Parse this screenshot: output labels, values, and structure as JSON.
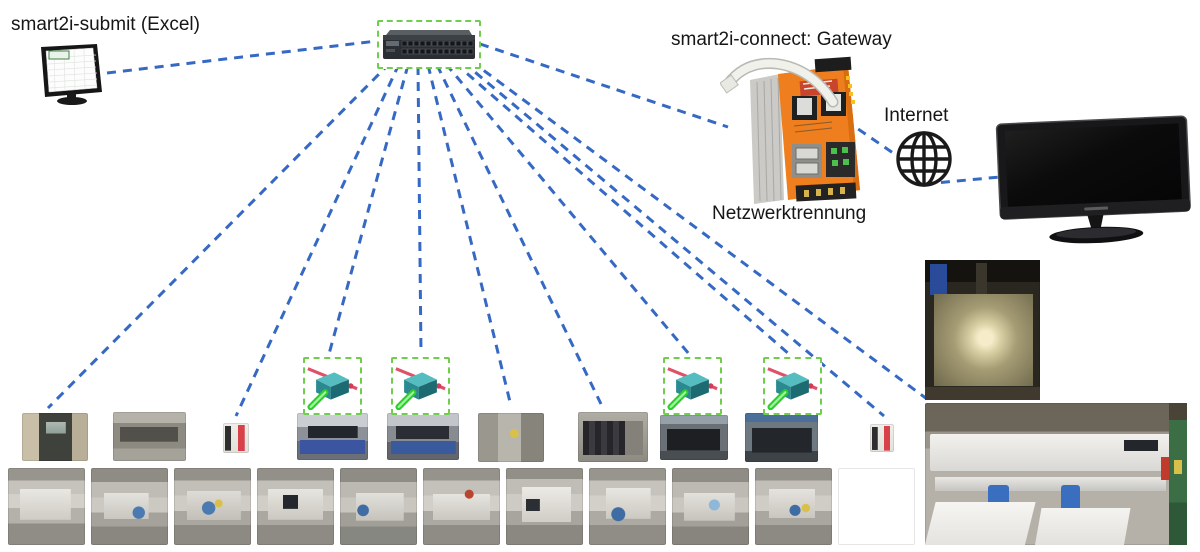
{
  "labels": {
    "submit_monitor": "smart2i-submit (Excel)",
    "gateway": "smart2i-connect: Gateway",
    "network_separation": "Netzwerktrennung",
    "internet": "Internet"
  },
  "colors": {
    "connection_line_blue": "#3569c4",
    "highlight_dashed_green": "#6fce4e",
    "gateway_orange": "#ee7e1e",
    "text": "#161616"
  },
  "nodes": {
    "submit_monitor": {
      "type": "desktop-monitor-with-spreadsheet",
      "label": "smart2i-submit (Excel)"
    },
    "network_switch": {
      "type": "24-port-ethernet-switch",
      "highlighted_green_dashed": true
    },
    "gateway": {
      "type": "orange-industrial-gateway",
      "label_above": "smart2i-connect: Gateway",
      "label_below": "Netzwerktrennung"
    },
    "internet": {
      "type": "globe-icon",
      "label": "Internet"
    },
    "output_monitor": {
      "type": "black-desktop-monitor"
    },
    "smart_connectors": {
      "count": 4,
      "type": "teal-connector-with-red-and-green-cables",
      "highlighted_green_dashed": true
    },
    "cabinet_photos": {
      "count": 10,
      "type": "control-cabinet-and-drive-photos"
    },
    "machine_photos": {
      "count": 11,
      "type": "workshop-machine-photos"
    },
    "laser_table_photo": {
      "type": "machine-table-with-light"
    },
    "large_machine_photo": {
      "type": "large-industrial-machine"
    }
  },
  "connections": [
    {
      "from": "submit_monitor",
      "to": "network_switch"
    },
    {
      "from": "network_switch",
      "to": "gateway"
    },
    {
      "from": "gateway",
      "to": "internet"
    },
    {
      "from": "internet",
      "to": "output_monitor"
    },
    {
      "from": "network_switch",
      "to": "cabinet_photo_1"
    },
    {
      "from": "network_switch",
      "to": "cabinet_photo_3"
    },
    {
      "from": "network_switch",
      "to": "smart_connector_1"
    },
    {
      "from": "network_switch",
      "to": "smart_connector_2"
    },
    {
      "from": "network_switch",
      "to": "cabinet_photo_6"
    },
    {
      "from": "network_switch",
      "to": "cabinet_photo_7"
    },
    {
      "from": "network_switch",
      "to": "smart_connector_3"
    },
    {
      "from": "network_switch",
      "to": "smart_connector_4"
    },
    {
      "from": "network_switch",
      "to": "cabinet_photo_10"
    },
    {
      "from": "network_switch",
      "to": "large_machine_photo"
    }
  ]
}
